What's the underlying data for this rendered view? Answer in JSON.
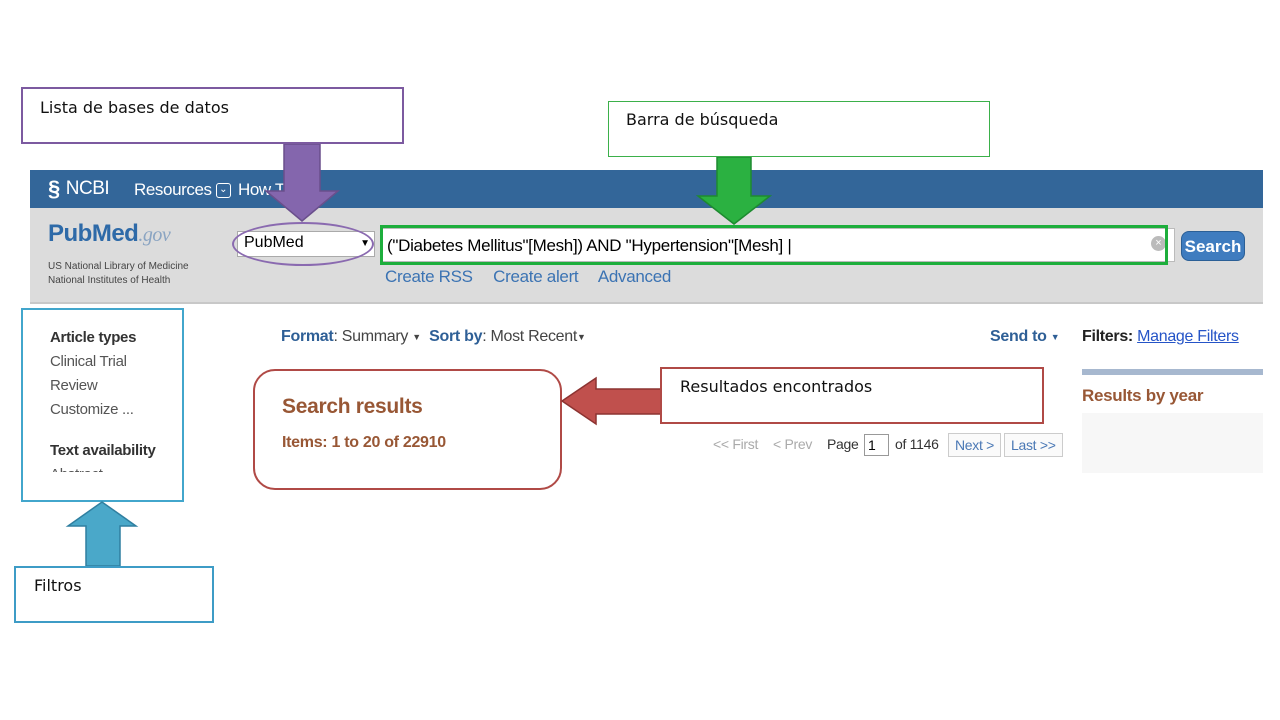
{
  "ncbi": {
    "logo_text": "NCBI",
    "resources_label": "Resources",
    "howto_label": "How T"
  },
  "header": {
    "logo_pub": "Pub",
    "logo_med": "Med",
    "logo_gov": ".gov",
    "subtitle_1": "US National Library of Medicine",
    "subtitle_2": "National Institutes of Health",
    "database_selected": "PubMed",
    "search_query": "(\"Diabetes Mellitus\"[Mesh]) AND \"Hypertension\"[Mesh]",
    "search_button": "Search",
    "links": [
      "Create RSS",
      "Create alert",
      "Advanced"
    ]
  },
  "sidebar": {
    "heading_article_types": "Article types",
    "article_types": [
      "Clinical Trial",
      "Review",
      "Customize ..."
    ],
    "heading_text_availability": "Text availability",
    "text_availability_first": "Abstract"
  },
  "toolbar": {
    "format_label": "Format",
    "format_value": "Summary",
    "sort_label": "Sort by",
    "sort_value": "Most Recent",
    "send_to": "Send to",
    "filters_label": "Filters:",
    "manage_filters": "Manage Filters"
  },
  "results": {
    "title": "Search results",
    "items_text": "Items: 1 to 20 of 22910",
    "results_by_year": "Results by year"
  },
  "pager": {
    "first": "<< First",
    "prev": "< Prev",
    "page_label": "Page",
    "page_value": "1",
    "of_text": "of 1146",
    "next": "Next >",
    "last": "Last >>"
  },
  "annotations": {
    "databases": "Lista de bases de datos",
    "search_bar": "Barra de búsqueda",
    "results": "Resultados encontrados",
    "filters": "Filtros"
  },
  "colors": {
    "ncbi_bar": "#336699",
    "purple": "#7c5aa0",
    "green": "#1dae3c",
    "red": "#b04a46",
    "blue": "#42a6cc"
  }
}
